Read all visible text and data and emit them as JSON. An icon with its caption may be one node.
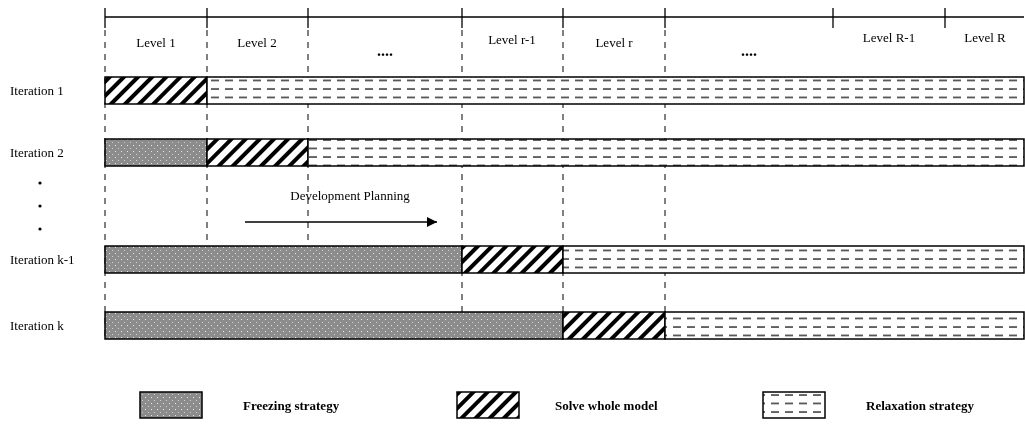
{
  "diagram": {
    "labels": [
      "Level 1",
      "Level 2",
      "....",
      "Level r-1",
      "Level r",
      "....",
      "Level R-1",
      "Level R",
      "Iteration 1",
      "Iteration 2",
      "Iteration k-1",
      "Iteration k",
      "Development Planning"
    ],
    "legend": [
      {
        "text": "Freezing strategy"
      },
      {
        "text": "Solve whole model"
      },
      {
        "text": "Relaxation strategy"
      }
    ]
  }
}
